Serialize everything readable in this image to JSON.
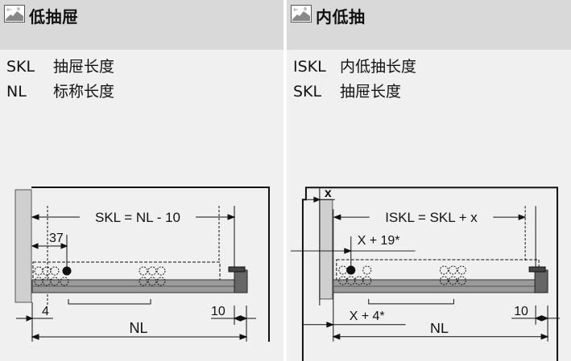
{
  "left_panel": {
    "title": "低抽屉",
    "legend": [
      {
        "abbr": "SKL",
        "desc": "抽屉长度"
      },
      {
        "abbr": "NL",
        "desc": "标称长度"
      }
    ],
    "diagram": {
      "top_dimension": "SKL = NL - 10",
      "offset_dimension": "37",
      "left_dimension": "4",
      "right_dimension": "10",
      "bottom_dimension": "NL"
    }
  },
  "right_panel": {
    "title": "内低抽",
    "legend": [
      {
        "abbr": "ISKL",
        "desc": "内低抽长度"
      },
      {
        "abbr": "SKL",
        "desc": "抽屉长度"
      }
    ],
    "diagram": {
      "x_dimension": "x",
      "top_dimension": "ISKL = SKL + x",
      "offset_dimension": "X + 19*",
      "left_dimension": "X + 4*",
      "right_dimension": "10",
      "bottom_dimension": "NL"
    }
  },
  "icons": {
    "header_icon": "drawer-thumbnail-icon"
  },
  "colors": {
    "panel_bg": "#f0f0f0",
    "header_bg": "#d9d9d9",
    "line": "#111111",
    "runner": "#9a9a9a",
    "cabinet_side": "#cfcfcf"
  }
}
